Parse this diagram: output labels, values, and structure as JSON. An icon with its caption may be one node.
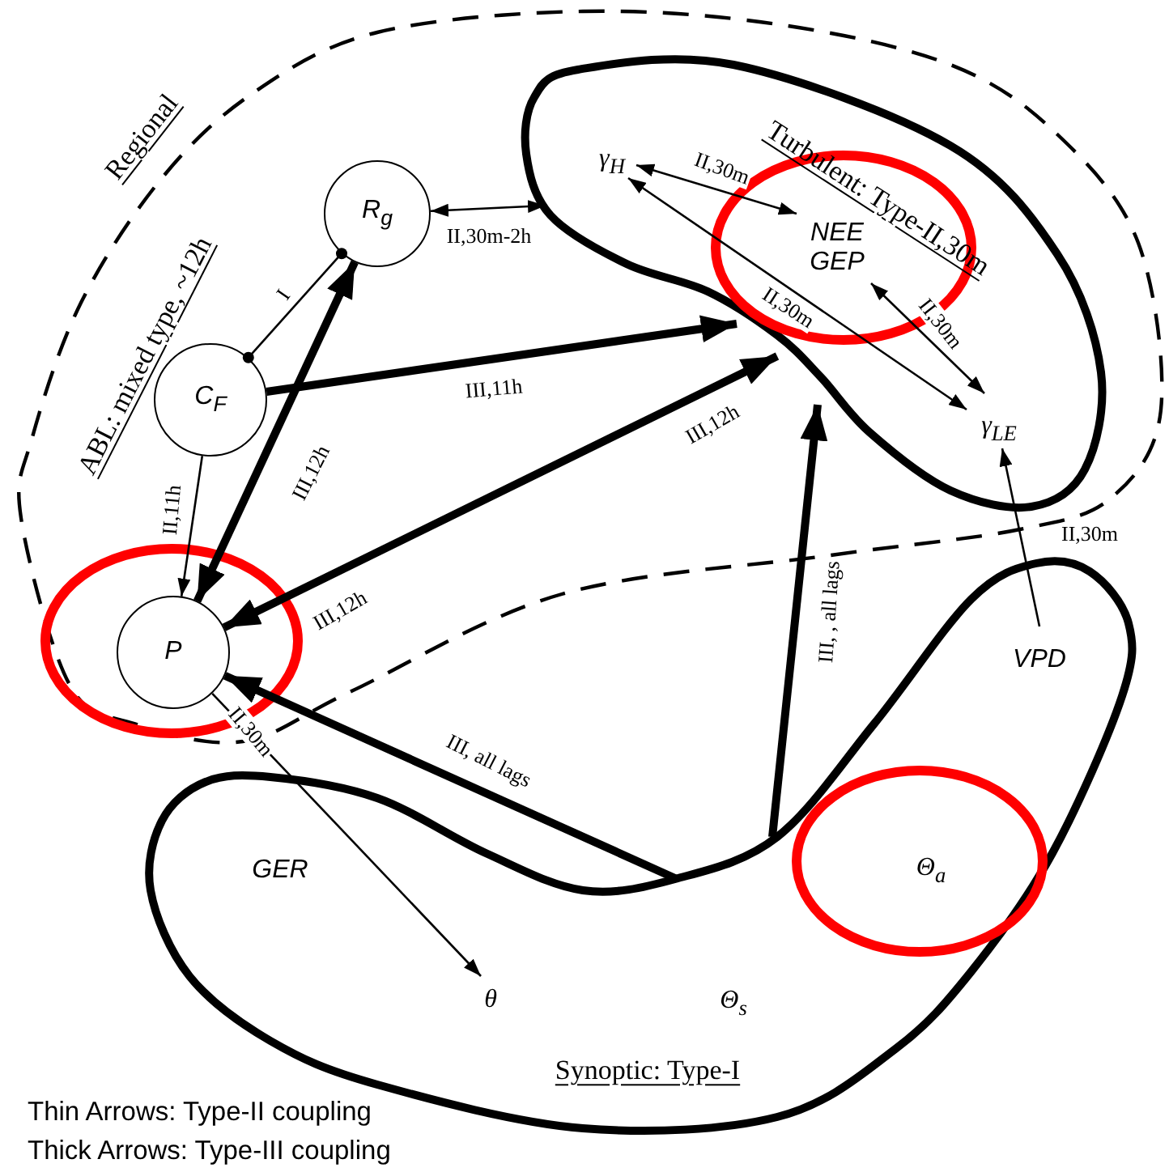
{
  "diagram": {
    "nodes": [
      {
        "text": [
          "Regional",
          "ABL: mixed type, ~12h"
        ]
      },
      {
        "text": [
          "R$_{g}$"
        ],
        "in": 0
      },
      {
        "text": [
          "C$_{F}$"
        ],
        "in": 0
      },
      {
        "text": [
          "P"
        ],
        "in": 0
      },
      {
        "text": [
          "Turbulent: Type-II,30m"
        ],
        "in": 0
      },
      {
        "text": [
          "γ$_{H}$"
        ],
        "in": 4
      },
      {
        "text": [
          "NEE GEP"
        ],
        "in": 4
      },
      {
        "text": [
          "γ$_{LE}$"
        ],
        "in": 4
      },
      {
        "text": [
          "Synoptic: Type-I"
        ]
      },
      {
        "text": [
          "VPD"
        ],
        "in": 8
      },
      {
        "text": [
          "GER"
        ],
        "in": 8
      },
      {
        "text": [
          "Θ$_{a}$"
        ],
        "in": 8
      },
      {
        "text": [
          "θ"
        ],
        "in": 8
      },
      {
        "text": [
          "Θ$_{s}$"
        ],
        "in": 8
      }
    ],
    "edges": [
      {
        "from": 2,
        "to": 1,
        "arrow": "other",
        "label": "I"
      },
      {
        "from": 1,
        "to": 4,
        "arrow": "both",
        "label": "II,30m-2h"
      },
      {
        "from": 2,
        "to": 4,
        "arrow": "to",
        "label": "III,11h",
        "style": "thick"
      },
      {
        "from": 3,
        "to": 1,
        "arrow": "both",
        "label": "III,12h",
        "style": "thick"
      },
      {
        "from": 2,
        "to": 3,
        "arrow": "to",
        "label": "II,11h"
      },
      {
        "from": 3,
        "to": 4,
        "arrow": "both",
        "label": "III,12h",
        "style": "thick"
      },
      {
        "from": 8,
        "to": 3,
        "arrow": "to",
        "label": "III, all lags",
        "style": "thick"
      },
      {
        "from": 8,
        "to": 4,
        "arrow": "to",
        "label": "III, , all lags",
        "style": "thick"
      },
      {
        "from": 3,
        "to": 12,
        "arrow": "to",
        "label": "II,30m"
      },
      {
        "from": 5,
        "to": 6,
        "arrow": "both",
        "label": "II,30m"
      },
      {
        "from": 5,
        "to": 7,
        "arrow": "both",
        "label": "II,30m"
      },
      {
        "from": 6,
        "to": 7,
        "arrow": "both",
        "label": "II,30m"
      },
      {
        "from": 9,
        "to": 7,
        "arrow": "to",
        "label": "II,30m"
      }
    ],
    "labels": [
      "III,12h",
      "Thin Arrows: Type-II coupling",
      "Thick Arrows: Type-III coupling"
    ]
  }
}
